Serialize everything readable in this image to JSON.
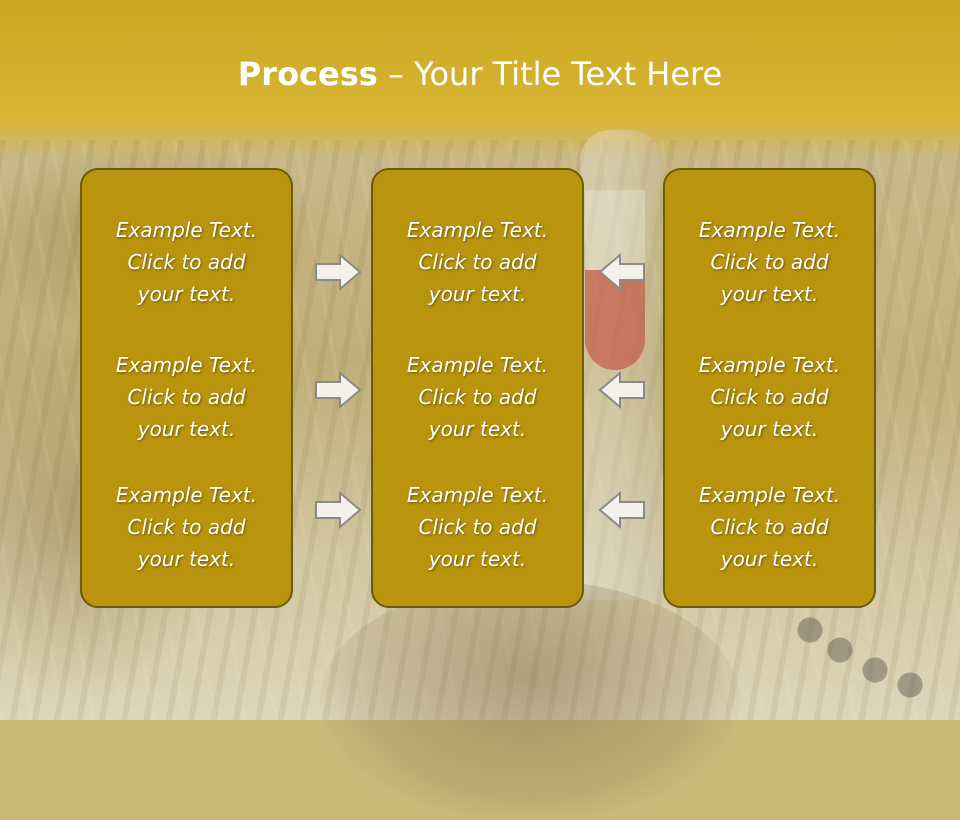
{
  "slide": {
    "title_bold": "Process",
    "title_rest": " – Your Title Text Here"
  },
  "panels": [
    {
      "items": [
        "Example Text.\nClick  to add\nyour text.",
        "Example Text.\nClick  to add\nyour text.",
        "Example Text.\nClick  to add\nyour text."
      ]
    },
    {
      "items": [
        "Example Text.\nClick  to add\nyour text.",
        "Example Text.\nClick  to add\nyour text.",
        "Example Text.\nClick  to add\nyour text."
      ]
    },
    {
      "items": [
        "Example Text.\nClick  to add\nyour text.",
        "Example Text.\nClick  to add\nyour text.",
        "Example Text.\nClick  to add\nyour text."
      ]
    }
  ],
  "arrows": {
    "left_column_icon": "arrow-right-icon",
    "right_column_icon": "arrow-left-icon"
  },
  "colors": {
    "panel_fill": "#b8950c",
    "panel_border": "#6e5a0a",
    "title_band": "#c9a81e"
  }
}
